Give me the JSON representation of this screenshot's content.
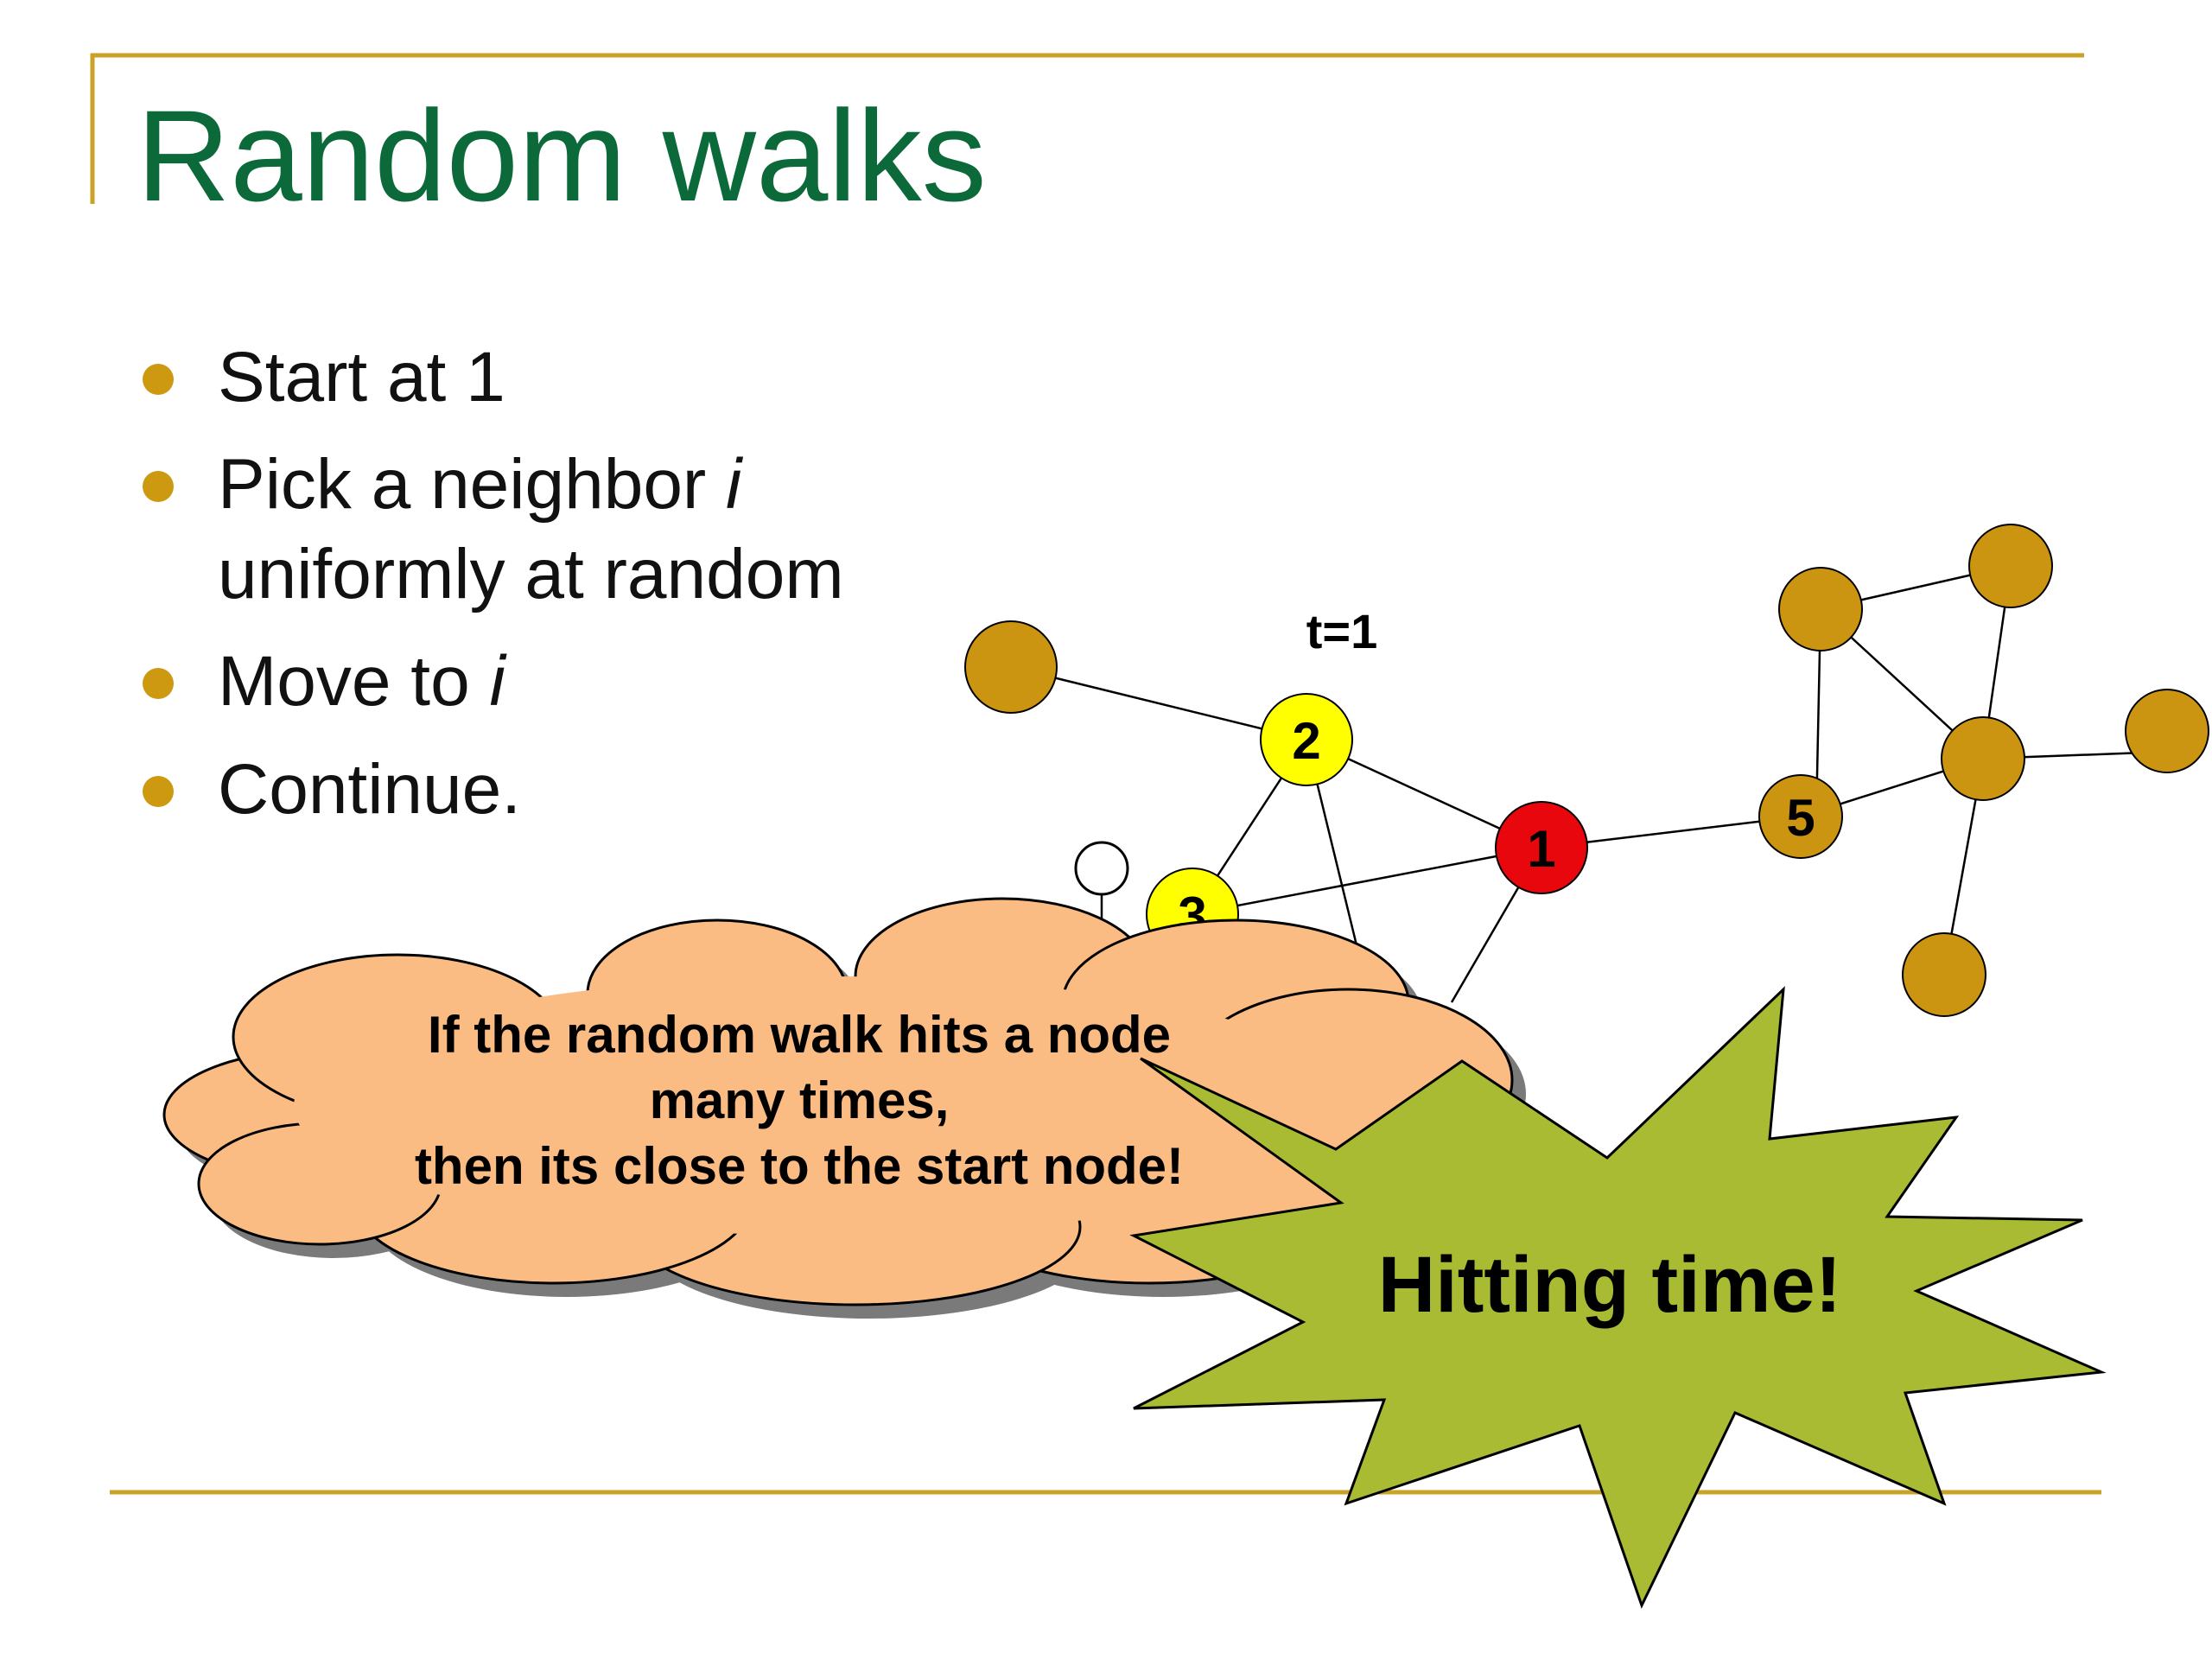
{
  "title": "Random walks",
  "bullets": [
    {
      "text": "Start at 1"
    },
    {
      "text": "Pick a neighbor ",
      "italic": "i",
      "line2": "uniformly at random"
    },
    {
      "text": "Move to ",
      "italic": "i"
    },
    {
      "text": "Continue."
    }
  ],
  "graph": {
    "step_label": "t=1",
    "node_labels": {
      "n1": "1",
      "n2": "2",
      "n3": "3",
      "n5": "5"
    },
    "colors": {
      "current": "#e8070c",
      "visited": "#ffff00",
      "other": "#cc9511",
      "empty": "#ffffff"
    }
  },
  "callout": {
    "lines": [
      "If the random walk hits a node",
      "many times,",
      "then its close to the start node!"
    ],
    "fill": "#fbbc84"
  },
  "burst": {
    "text": "Hitting time!",
    "fill": "#a8bb32"
  },
  "colors": {
    "title": "#0c6a3a",
    "rule": "#c9a227",
    "bullet": "#cc9911"
  }
}
